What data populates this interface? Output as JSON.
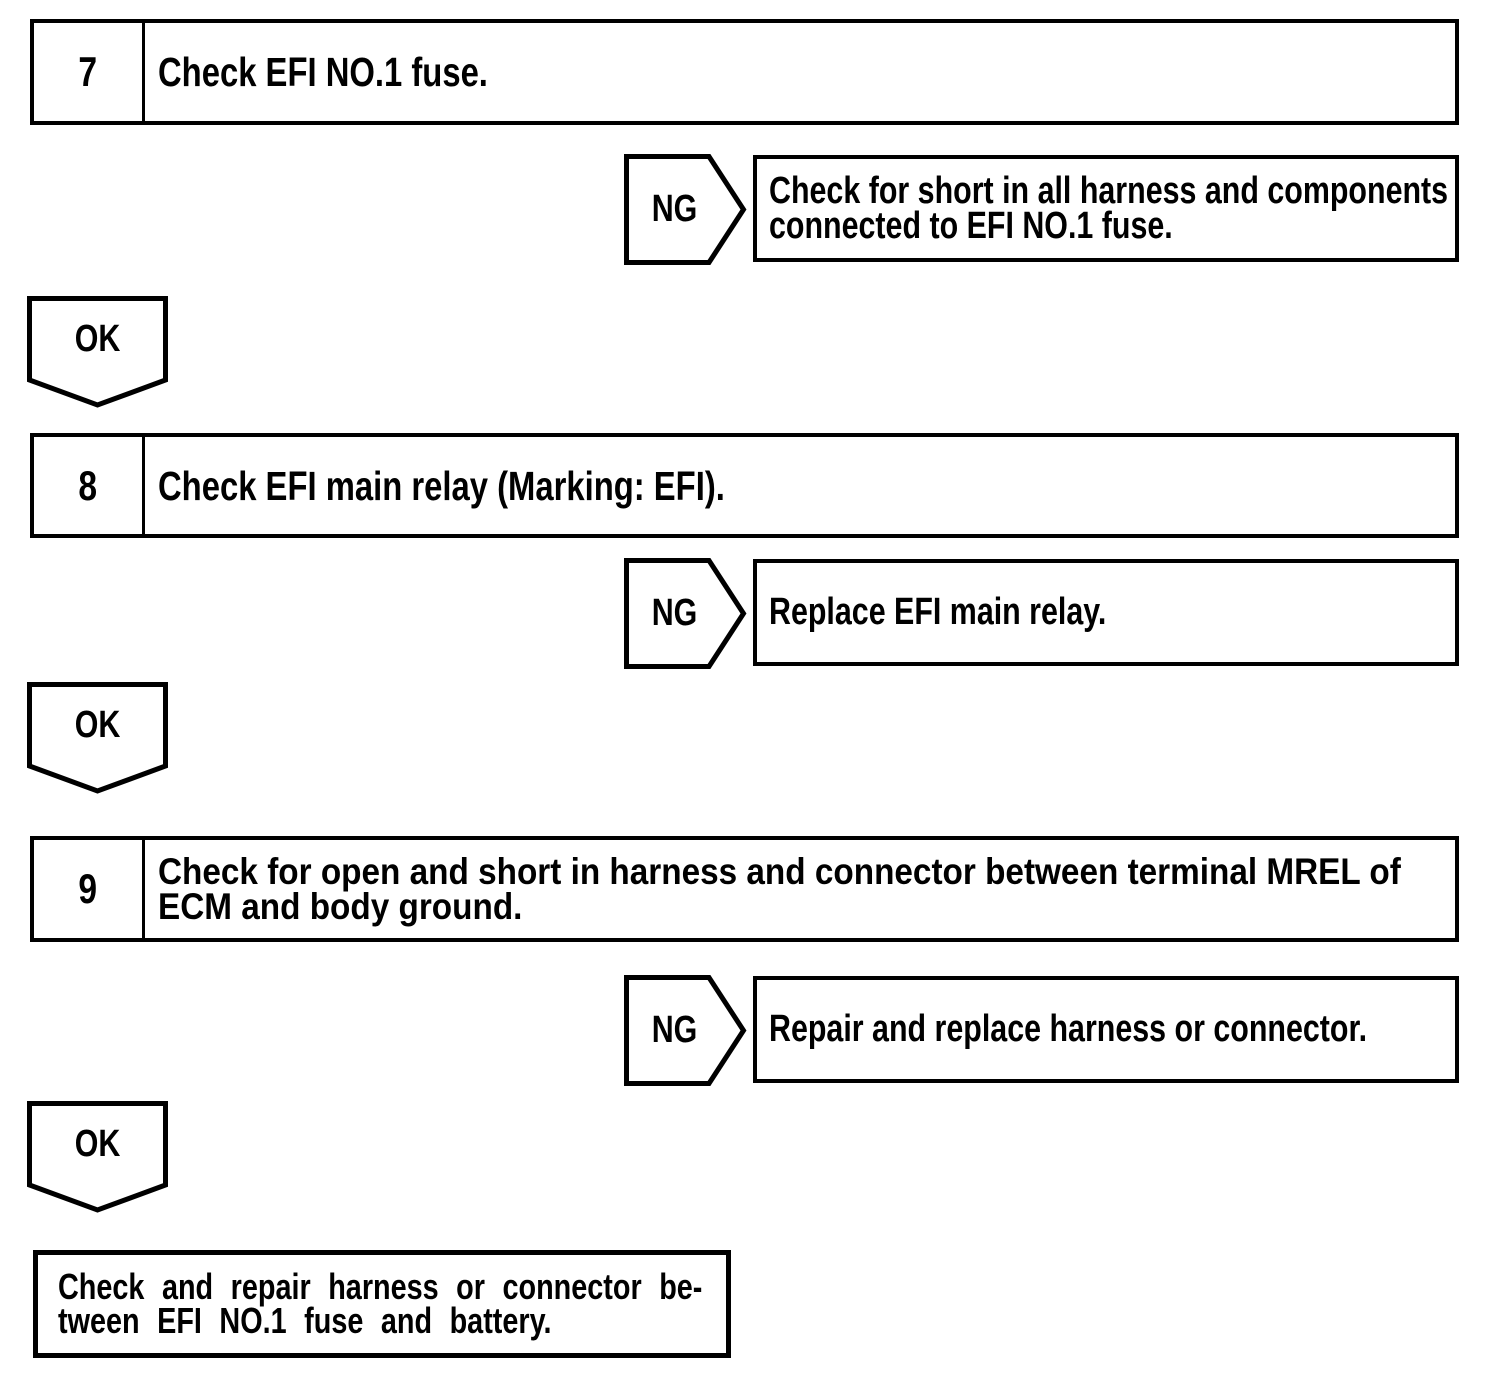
{
  "page": {
    "paper_color": "#ffffff",
    "ink_color": "#000000"
  },
  "flowchart": {
    "ok_label": "OK",
    "ng_label": "NG",
    "steps": [
      {
        "number": "7",
        "instruction_lines": [
          "Check EFI NO.1 fuse."
        ],
        "ng_action_lines": [
          "Check for short in all harness and components",
          "connected to EFI NO.1 fuse."
        ]
      },
      {
        "number": "8",
        "instruction_lines": [
          "Check EFI main relay (Marking: EFI)."
        ],
        "ng_action_lines": [
          "Replace EFI main relay."
        ]
      },
      {
        "number": "9",
        "instruction_lines": [
          "Check for open and short in harness and connector between terminal MREL of",
          "ECM and body ground."
        ],
        "ng_action_lines": [
          "Repair and replace harness or connector."
        ]
      }
    ],
    "final_action_lines": [
      "Check and repair harness or connector be-",
      "tween EFI NO.1 fuse and battery."
    ]
  }
}
